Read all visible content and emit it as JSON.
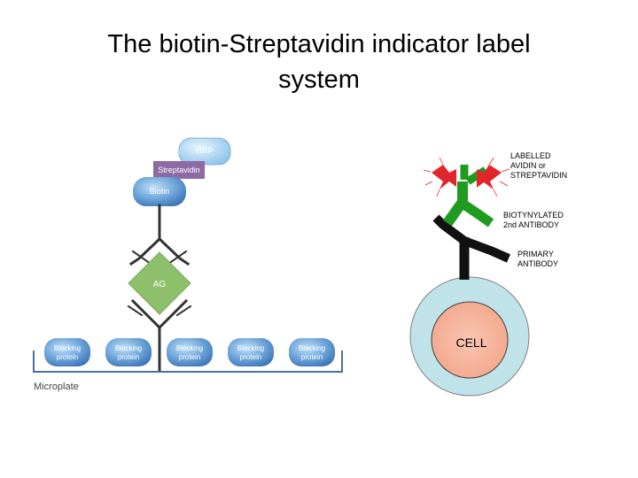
{
  "title": {
    "line1": "The biotin-Streptavidin indicator label",
    "line2": "system"
  },
  "left_diagram": {
    "hrp": "HRP",
    "streptavidin": "Streptavidin",
    "biotin": "Biotin",
    "antigen": "AG",
    "blocking_proteins": [
      {
        "line1": "Blocking",
        "line2": "protein"
      },
      {
        "line1": "Blocking",
        "line2": "protein"
      },
      {
        "line1": "Blocking",
        "line2": "protein"
      },
      {
        "line1": "Blocking",
        "line2": "protein"
      },
      {
        "line1": "Blocking",
        "line2": "protein"
      }
    ],
    "microplate": "Microplate"
  },
  "right_diagram": {
    "labelled_avidin": {
      "line1": "LABELLED",
      "line2": "AVIDIN or",
      "line3": "STREPTAVIDIN"
    },
    "biotinylated_antibody": {
      "line1": "BIOTYNYLATED",
      "line2": "2nd ANTIBODY"
    },
    "primary_antibody": {
      "line1": "PRIMARY",
      "line2": "ANTIBODY"
    },
    "cell": "CELL"
  },
  "colors": {
    "blue_protein": "#4d86c6",
    "light_blue": "#a9d2ef",
    "streptavidin_purple": "#8e6aa5",
    "antigen_green": "#8ec06c",
    "avidin_green": "#1f9b1f",
    "red_label": "#e0262b",
    "cell_outer": "#bfe3e8",
    "cell_inner": "#f7b8a2",
    "microplate_blue": "#4a6fa1"
  }
}
